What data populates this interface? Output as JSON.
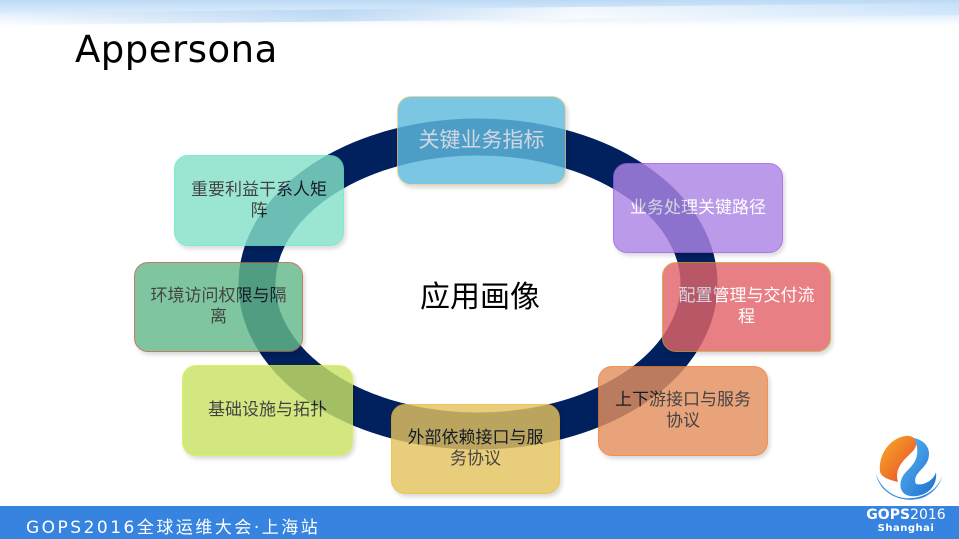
{
  "slide": {
    "title": "Appersona",
    "center_label": "应用画像",
    "ring_color": "#00205e"
  },
  "nodes": [
    {
      "id": "kpi",
      "label": "关键业务指标",
      "fill": "#5fbadd",
      "border": "#e3cc8a",
      "text_color": "#ffffff"
    },
    {
      "id": "critical-path",
      "label": "业务处理关键路径",
      "fill": "#ab85e5",
      "border": "#9b5be8",
      "text_color": "#ffffff"
    },
    {
      "id": "config-delivery",
      "label": "配置管理与交付流程",
      "fill": "#e3646a",
      "border": "#c9a232",
      "text_color": "#ffffff"
    },
    {
      "id": "upstream-downstream",
      "label": "上下游接口与服务协议",
      "fill": "#e3905f",
      "border": "#ef7a2a",
      "text_color": "#1a1a1a"
    },
    {
      "id": "external-deps",
      "label": "外部依赖接口与服务协议",
      "fill": "#e4c35e",
      "border": "#f0b630",
      "text_color": "#1a1a1a"
    },
    {
      "id": "infrastructure",
      "label": "基础设施与拓扑",
      "fill": "#c9e265",
      "border": "#d4f03a",
      "text_color": "#1a1a1a"
    },
    {
      "id": "env-access",
      "label": "环境访问权限与隔离",
      "fill": "#63b98a",
      "border": "#b7603f",
      "text_color": "#1a1a1a"
    },
    {
      "id": "stakeholders",
      "label": "重要利益干系人矩阵",
      "fill": "#84e1c9",
      "border": "#5ee8c8",
      "text_color": "#1a1a1a"
    }
  ],
  "footer": {
    "text": "GOPS2016全球运维大会·上海站",
    "background": "#3784e0",
    "logo_line1": "GOPS",
    "logo_year": "2016",
    "logo_line2": "Shanghai"
  }
}
